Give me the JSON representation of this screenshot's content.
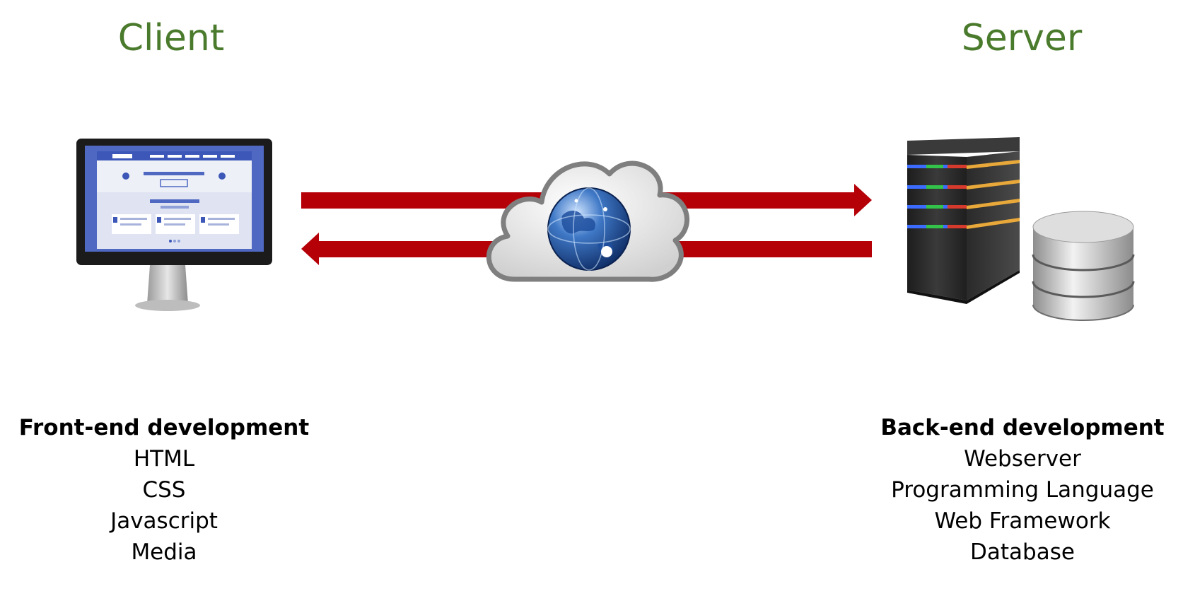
{
  "client": {
    "title": "Client",
    "heading": "Front-end development",
    "items": [
      "HTML",
      "CSS",
      "Javascript",
      "Media"
    ]
  },
  "server": {
    "title": "Server",
    "heading": "Back-end development",
    "items": [
      "Webserver",
      "Programming Language",
      "Web Framework",
      "Database"
    ]
  },
  "colors": {
    "title": "#4a7a2c",
    "arrow": "#b50008",
    "text": "#000000"
  },
  "icons": [
    "monitor-icon",
    "cloud-globe-icon",
    "server-tower-icon",
    "database-icon"
  ]
}
